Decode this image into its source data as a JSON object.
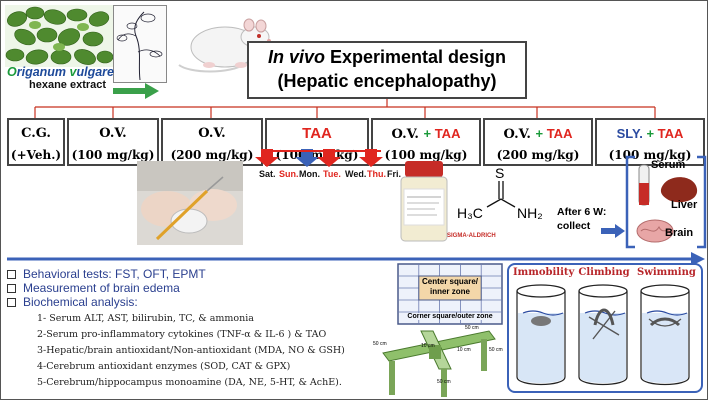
{
  "plant": {
    "name_lead": "O",
    "name_rest": "riganum ",
    "name_v": "v",
    "name_end": "ulgare",
    "extract": "hexane extract"
  },
  "title": {
    "line1_italic": "In vivo",
    "line1_rest": " Experimental design",
    "line2": "(Hepatic encephalopathy)"
  },
  "groups": [
    {
      "name_parts": [
        {
          "t": "C.G.",
          "c": ""
        }
      ],
      "dose": "(+Veh.)"
    },
    {
      "name_parts": [
        {
          "t": "O.V.",
          "c": ""
        }
      ],
      "dose": "(100 mg/kg)"
    },
    {
      "name_parts": [
        {
          "t": "O.V.",
          "c": ""
        }
      ],
      "dose": "(200 mg/kg)"
    },
    {
      "name_parts": [
        {
          "t": "TAA",
          "c": "red"
        }
      ],
      "dose": "(100 mg/kg)"
    },
    {
      "name_parts": [
        {
          "t": "O.V. ",
          "c": ""
        },
        {
          "t": "+ ",
          "c": "plus"
        },
        {
          "t": "TAA",
          "c": "red"
        }
      ],
      "dose": "(100 mg/kg)"
    },
    {
      "name_parts": [
        {
          "t": "O.V. ",
          "c": ""
        },
        {
          "t": "+ ",
          "c": "plus"
        },
        {
          "t": "TAA",
          "c": "red"
        }
      ],
      "dose": "(200 mg/kg)"
    },
    {
      "name_parts": [
        {
          "t": "SLY. ",
          "c": "blue"
        },
        {
          "t": "+ ",
          "c": "plus"
        },
        {
          "t": "TAA",
          "c": "red"
        }
      ],
      "dose": "(100 mg/kg)"
    }
  ],
  "schedule": {
    "days": [
      {
        "t": "Sat.",
        "highlight": false
      },
      {
        "t": "Sun.",
        "highlight": true
      },
      {
        "t": "Mon.",
        "highlight": false
      },
      {
        "t": "Tue.",
        "highlight": true
      },
      {
        "t": "Wed.",
        "highlight": false
      },
      {
        "t": "Thu.",
        "highlight": true
      },
      {
        "t": "Fri.",
        "highlight": false
      }
    ],
    "brand": "SIGMA-ALDRICH",
    "chem_h3c": "H₃C",
    "chem_s": "S",
    "chem_nh2": "NH₂"
  },
  "collect": {
    "label": "After 6 W:\ncollect",
    "serum": "Serum",
    "liver": "Liver",
    "brain": "Brain"
  },
  "measures": {
    "items": [
      {
        "label": "Behavioral tests: FST, OFT, EPMT"
      },
      {
        "label": "Measurement of brain edema"
      },
      {
        "label": "Biochemical analysis:"
      }
    ],
    "subitems": [
      "1- Serum ALT, AST, bilirubin, TC, & ammonia",
      "2-Serum pro-inflammatory cytokines (TNF-α & IL-6 ) & TAO",
      "3-Hepatic/brain antioxidant/Non-antioxidant (MDA, NO & GSH)",
      "4-Cerebrum antioxidant enzymes (SOD, CAT & GPX)",
      "5-Cerebrum/hippocampus monoamine (DA, NE, 5-HT, & AchE)."
    ]
  },
  "oft": {
    "center": "Center square/\ninner zone",
    "corner": "Corner square/outer zone"
  },
  "epm": {
    "dim_top": "50 cm",
    "dim_mid": "10 cm",
    "dim_side": "10 cm",
    "dim_left": "50 cm",
    "dim_right": "50 cm",
    "dim_low": "50 cm"
  },
  "fst": {
    "labels": [
      "Immobility",
      "Climbing",
      "Swimming"
    ]
  },
  "colors": {
    "red": "#e0261f",
    "blue": "#2a4aa0",
    "green": "#1a9a3a",
    "arrow_blue": "#3b62b8"
  }
}
